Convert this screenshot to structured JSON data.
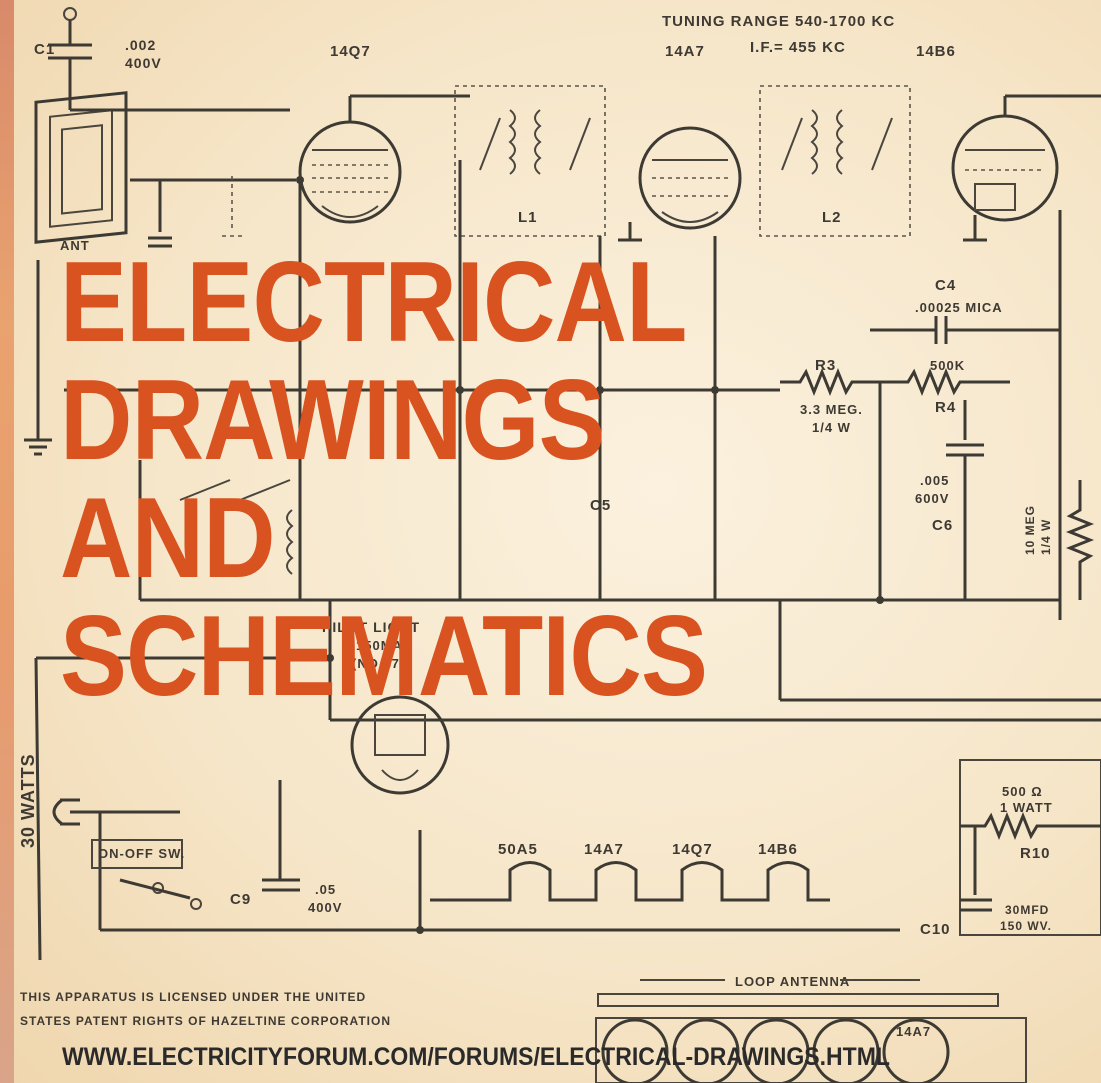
{
  "headline": {
    "line1": "ELECTRICAL",
    "line2": "DRAWINGS",
    "line3": "AND",
    "line4": "SCHEMATICS"
  },
  "footer_url": "WWW.ELECTRICITYFORUM.COM/FORUMS/ELECTRICAL-DRAWINGS.HTML",
  "schematic_labels": {
    "tuning_range": "TUNING RANGE 540-1700 KC",
    "if_freq": "I.F.= 455 KC",
    "tube_v1": "14Q7",
    "tube_v2": "14A7",
    "tube_v3": "14B6",
    "c1": "C1",
    "c1_value": ".002",
    "c1_voltage": "400V",
    "ant": "ANT",
    "l1": "L1",
    "l2": "L2",
    "c4": "C4",
    "c4_value": ".00025 MICA",
    "r3": "R3",
    "r3_value": "3.3 MEG.",
    "r3_watts": "1/4 W",
    "r4_value": "500K",
    "r4": "R4",
    "c6_value": ".005",
    "c6_voltage": "600V",
    "c6": "C6",
    "c5": "C5",
    "r5_value": "10 MEG",
    "r5_watts": "1/4 W",
    "pilot_light": "PILOT LIGHT",
    "pilot_rating": "150MA",
    "pilot_number": "(NO 47)",
    "watts": "30 WATTS",
    "switch": "ON-OFF SW.",
    "c9": "C9",
    "c9_value": ".05",
    "c9_voltage": "400V",
    "heater_1": "50A5",
    "heater_2": "14A7",
    "heater_3": "14Q7",
    "heater_4": "14B6",
    "r10_value": "500 Ω",
    "r10_watts": "1 WATT",
    "r10": "R10",
    "c10": "C10",
    "c10_value": "30MFD",
    "c10_voltage": "150 WV.",
    "loop_antenna": "LOOP ANTENNA",
    "license_line1": "THIS APPARATUS IS LICENSED UNDER THE UNITED",
    "license_line2": "STATES PATENT RIGHTS OF HAZELTINE CORPORATION",
    "layout_tube": "14A7"
  },
  "colors": {
    "headline": "#d8531f",
    "paper": "#f6e6c9",
    "ink": "#3e3a33",
    "footer_text": "#2a2a2a"
  }
}
